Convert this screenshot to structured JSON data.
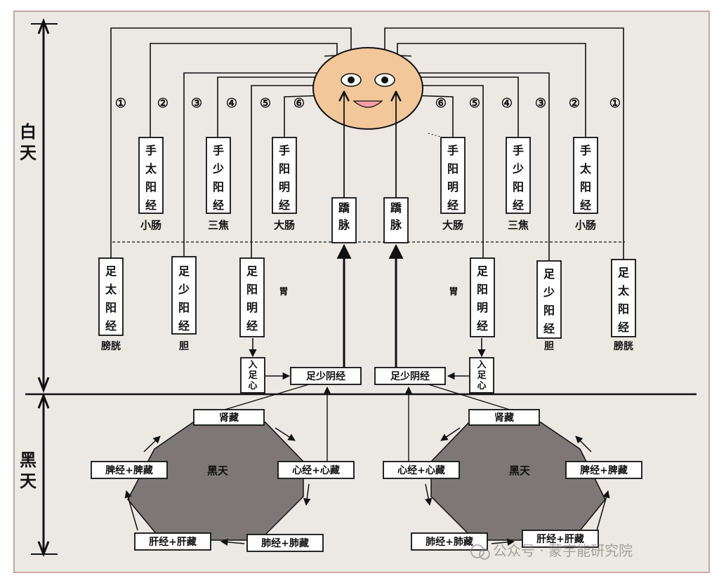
{
  "side_labels": {
    "day": "白天",
    "night": "黑天"
  },
  "left": {
    "numbers": [
      "①",
      "②",
      "③",
      "④",
      "⑤",
      "⑥"
    ],
    "hand_meridians": [
      {
        "name": "手太阳经",
        "organ": "小肠"
      },
      {
        "name": "手少阳经",
        "organ": "三焦"
      },
      {
        "name": "手阳明经",
        "organ": "大肠"
      }
    ],
    "qiao": "蹻脉",
    "foot_meridians": [
      {
        "name": "足太阳经",
        "organ": "膀胱"
      },
      {
        "name": "足少阳经",
        "organ": "胆"
      },
      {
        "name": "足阳明经",
        "organ": "胃"
      }
    ],
    "enter_heart": "入足心",
    "shaoyin": "足少阴经",
    "cycle": {
      "kidney": "肾藏",
      "center": "黑天",
      "spleen": "脾经+脾藏",
      "heart": "心经+心藏",
      "liver": "肝经+肝藏",
      "lung": "肺经+肺藏"
    }
  },
  "right": {
    "numbers": [
      "⑥",
      "⑤",
      "④",
      "③",
      "②",
      "①"
    ],
    "hand_meridians": [
      {
        "name": "手阳明经",
        "organ": "大肠"
      },
      {
        "name": "手少阳经",
        "organ": "三焦"
      },
      {
        "name": "手太阳经",
        "organ": "小肠"
      }
    ],
    "qiao": "蹻脉",
    "foot_meridians": [
      {
        "name": "足阳明经",
        "organ": "胃"
      },
      {
        "name": "足少阳经",
        "organ": "胆"
      },
      {
        "name": "足太阳经",
        "organ": "膀胱"
      }
    ],
    "enter_heart": "入足心",
    "shaoyin": "足少阴经",
    "cycle": {
      "kidney": "肾藏",
      "center": "黑天",
      "spleen": "脾经+脾藏",
      "heart": "心经+心藏",
      "liver": "肝经+肝藏",
      "lung": "肺经+肺藏"
    }
  },
  "watermark": "公众号 · 蒙宇能研究院",
  "colors": {
    "paper": "#ece8e4",
    "face": "#f2c89a",
    "hexagon": "#7d7877",
    "line": "#111111"
  }
}
